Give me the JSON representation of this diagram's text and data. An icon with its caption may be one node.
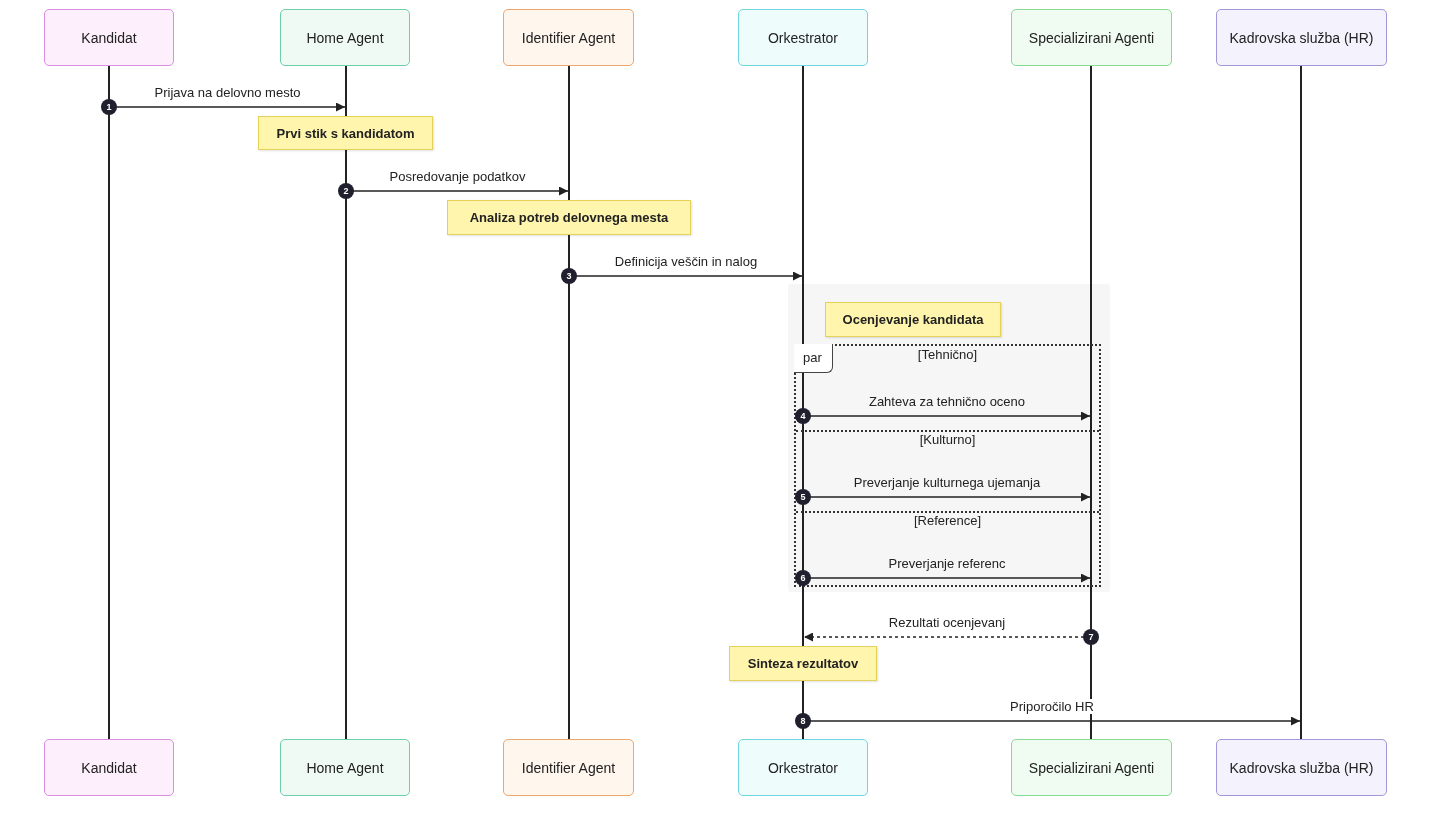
{
  "diagram": {
    "nodes": [
      {
        "text": [
          "Kandidat"
        ]
      },
      {
        "text": [
          "Home Agent"
        ]
      },
      {
        "text": [
          "Identifier Agent"
        ]
      },
      {
        "text": [
          "Orkestrator"
        ]
      },
      {
        "text": [
          "Specializirani Agenti"
        ]
      },
      {
        "text": [
          "Kadrovska služba (HR)"
        ]
      },
      {
        "text": [],
        "shape": "bar"
      },
      {
        "text": [],
        "shape": "bar"
      },
      {
        "text": [],
        "shape": "bar"
      },
      {
        "text": [],
        "shape": "bar"
      },
      {
        "text": [],
        "shape": "bar"
      },
      {
        "text": [],
        "shape": "bar"
      },
      {
        "text": [
          "Prvi stik s kandidatom"
        ]
      },
      {
        "text": [],
        "shape": "bar"
      },
      {
        "text": [
          "Analiza potreb delovnega mesta"
        ]
      },
      {
        "text": [],
        "shape": "bar"
      },
      {
        "text": [],
        "shape": "box"
      },
      {
        "text": [
          "Ocenjevanje kandidata"
        ],
        "in": 16
      },
      {
        "text": [
          "Sinteza rezultatov"
        ]
      },
      {
        "text": [],
        "shape": "bar"
      },
      {
        "text": [
          "Kandidat"
        ]
      },
      {
        "text": [
          "Home Agent"
        ]
      },
      {
        "text": [
          "Identifier Agent"
        ]
      },
      {
        "text": [
          "Orkestrator"
        ]
      },
      {
        "text": [
          "Specializirani Agenti"
        ]
      },
      {
        "text": [
          "Kadrovska služba (HR)"
        ]
      }
    ],
    "edges": [
      {
        "from": 6,
        "to": 7,
        "arrow": "to",
        "label": "Prijava na delovno mesto"
      },
      {
        "from": 13,
        "to": 8,
        "arrow": "to",
        "label": "Posredovanje podatkov"
      },
      {
        "from": 15,
        "to": 9,
        "arrow": "to",
        "label": "Definicija veščin in nalog"
      },
      {
        "from": 9,
        "to": 10,
        "arrow": "to",
        "label": "Zahteva za tehnično oceno"
      },
      {
        "from": 9,
        "to": 10,
        "arrow": "to",
        "label": "Preverjanje kulturnega ujemanja"
      },
      {
        "from": 9,
        "to": 10,
        "arrow": "to",
        "label": "Preverjanje referenc"
      },
      {
        "from": 10,
        "to": 9,
        "arrow": "to",
        "label": "Rezultati ocenjevanj",
        "style": "dashed"
      },
      {
        "from": 19,
        "to": 11,
        "arrow": "to",
        "label": "Priporočilo HR"
      }
    ],
    "labels": [
      "1",
      "2",
      "3",
      "par",
      "[Tehnično]",
      "4",
      "[Kulturno]",
      "5",
      "[Reference]",
      "6",
      "7",
      "8"
    ]
  }
}
